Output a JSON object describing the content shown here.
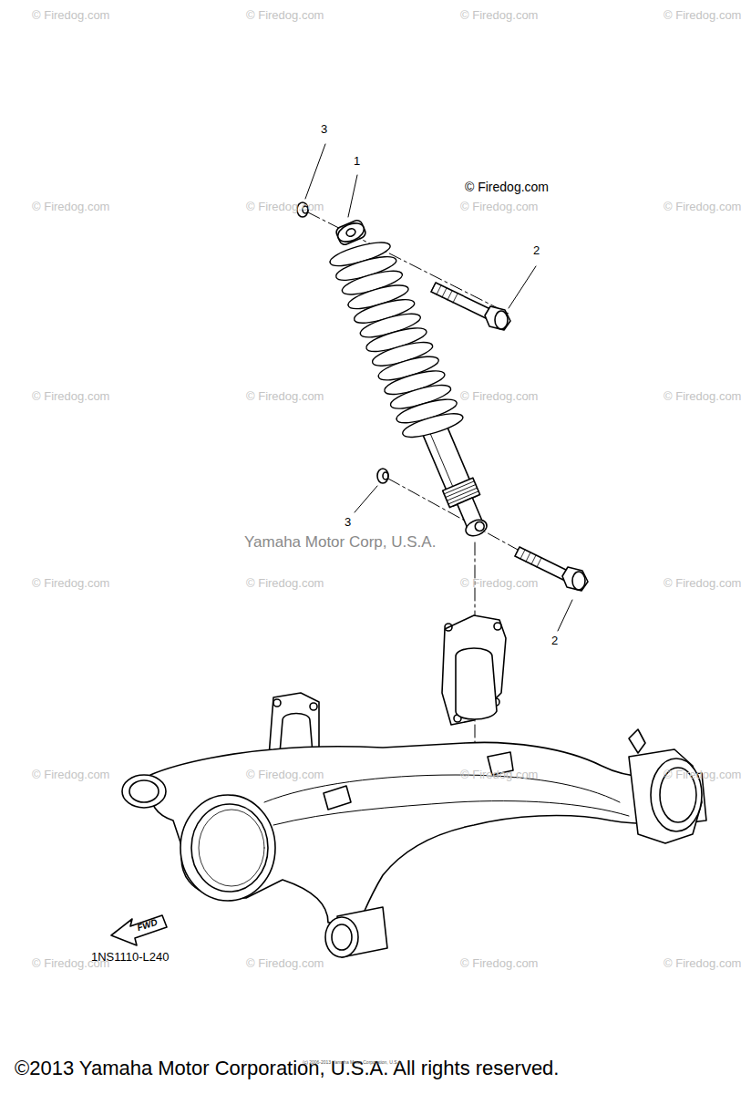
{
  "diagram": {
    "labels": [
      "3",
      "1",
      "2",
      "3",
      "2",
      "Yamaha Motor Corp, U.S.A.",
      "FWD",
      "1NS1110-L240",
      "©2013 Yamaha Motor Corporation, U.S.A. All rights reserved.",
      "(c) 2006-2013 Yamaha Motor Corporation, U.S.A.",
      "© Firedog.com",
      "© Firedog.com",
      "© Firedog.com",
      "© Firedog.com",
      "© Firedog.com",
      "© Firedog.com",
      "© Firedog.com",
      "© Firedog.com",
      "© Firedog.com",
      "© Firedog.com",
      "© Firedog.com",
      "© Firedog.com",
      "© Firedog.com",
      "© Firedog.com",
      "© Firedog.com",
      "© Firedog.com",
      "© Firedog.com",
      "© Firedog.com",
      "© Firedog.com",
      "© Firedog.com",
      "© Firedog.com",
      "© Firedog.com",
      "© Firedog.com",
      "© Firedog.com",
      "© Firedog.com"
    ]
  }
}
